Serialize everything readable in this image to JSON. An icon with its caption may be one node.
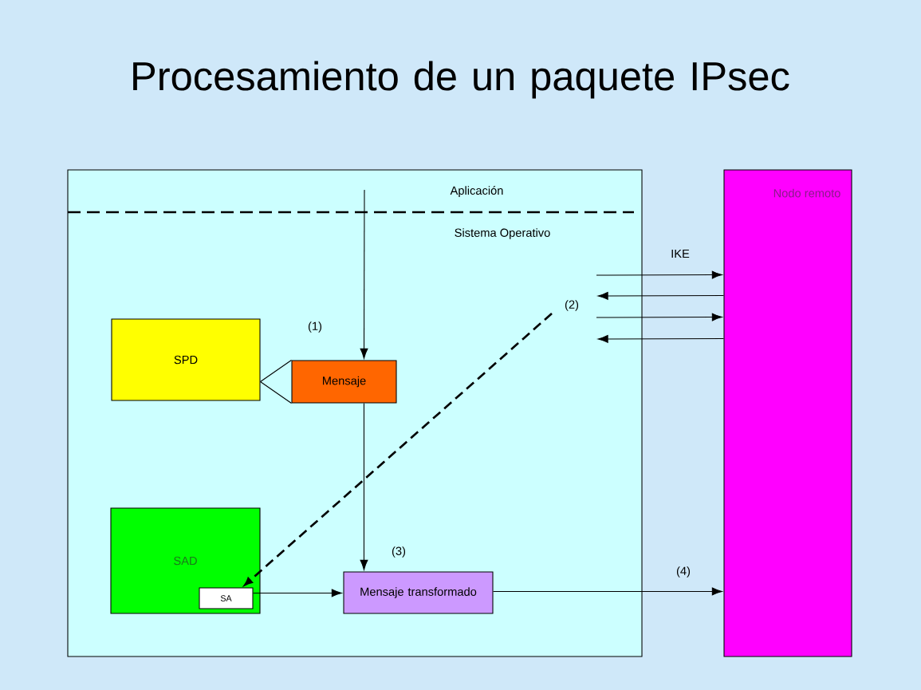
{
  "diagram": {
    "title": "Procesamiento de un paquete IPsec",
    "nodes": [
      {
        "text": [
          "Aplicación",
          "Sistema Operativo"
        ]
      },
      {
        "text": [
          "SPD"
        ],
        "in": 0
      },
      {
        "text": [
          "Mensaje"
        ],
        "in": 0
      },
      {
        "text": [
          "SAD"
        ],
        "in": 0
      },
      {
        "text": [
          "SA"
        ],
        "in": 3
      },
      {
        "text": [
          "Mensaje transformado"
        ],
        "in": 0
      },
      {
        "text": [
          "Nodo remoto"
        ]
      }
    ],
    "edges": [
      {
        "from": null,
        "to": 2,
        "arrow": "to"
      },
      {
        "from": 1,
        "to": 2,
        "arrow": "none"
      },
      {
        "from": 2,
        "to": 5,
        "arrow": "to"
      },
      {
        "from": null,
        "to": 4,
        "arrow": "to",
        "style": "dashed"
      },
      {
        "from": 4,
        "to": 5,
        "arrow": "to"
      },
      {
        "from": 5,
        "to": 6,
        "arrow": "to",
        "label": "(4)"
      },
      {
        "from": null,
        "to": 6,
        "arrow": "to"
      },
      {
        "from": 6,
        "to": null,
        "arrow": "to"
      },
      {
        "from": null,
        "to": 6,
        "arrow": "to"
      },
      {
        "from": 6,
        "to": null,
        "arrow": "to"
      }
    ],
    "labels": [
      "IKE",
      "(2)",
      "(1)",
      "(3)"
    ]
  }
}
